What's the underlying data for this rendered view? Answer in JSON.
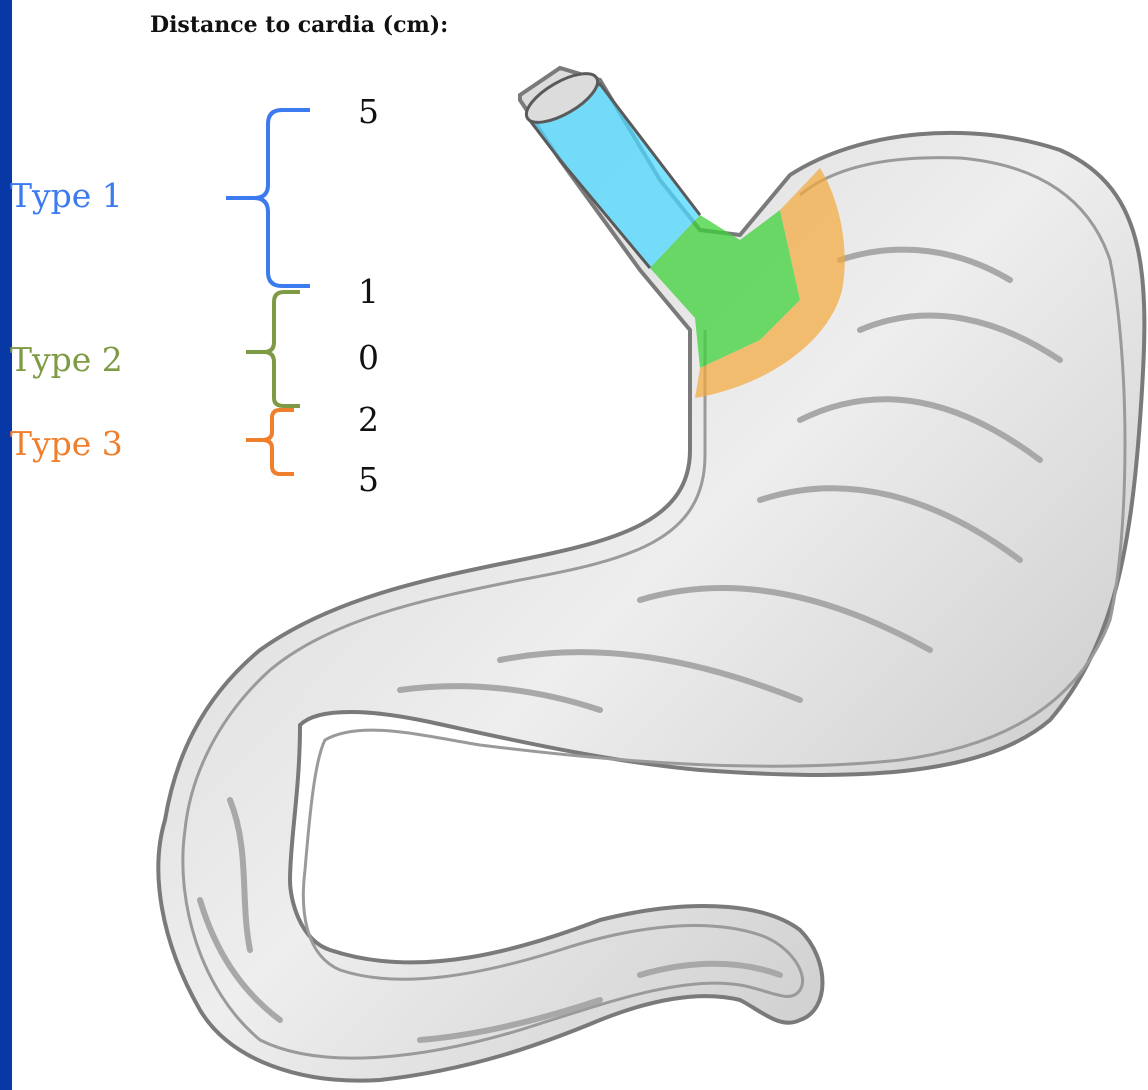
{
  "title": "Distance to cardia (cm):",
  "scale": {
    "upper_5": "5",
    "upper_1": "1",
    "zero": "0",
    "lower_2": "2",
    "lower_5": "5"
  },
  "types": {
    "type1": {
      "label": "Type 1",
      "color": "#3b7bef"
    },
    "type2": {
      "label": "Type 2",
      "color": "#7f9a45"
    },
    "type3": {
      "label": "Type 3",
      "color": "#f07f2d"
    }
  },
  "zones": {
    "esophagus_color": "#4fd8ff",
    "gej_color": "#3ed13a",
    "cardia_color": "#f5a83a"
  },
  "colors": {
    "background_frame": "#0838a6",
    "stomach_fill": "#e4e4e4",
    "stomach_outline": "#7a7a7a"
  }
}
